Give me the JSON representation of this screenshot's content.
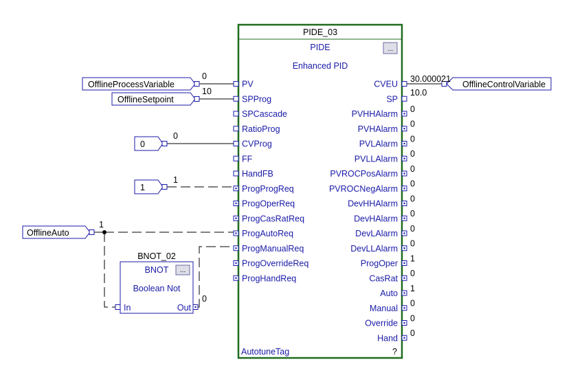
{
  "colors": {
    "block_border": "#1f6b1f",
    "pin_text": "#1a1aa8",
    "wire": "#000000",
    "background": "#ffffff"
  },
  "pide": {
    "tag": "PIDE_03",
    "type": "PIDE",
    "description": "Enhanced PID",
    "props_button": "...",
    "inputs": [
      "PV",
      "SPProg",
      "SPCascade",
      "RatioProg",
      "CVProg",
      "FF",
      "HandFB",
      "ProgProgReq",
      "ProgOperReq",
      "ProgCasRatReq",
      "ProgAutoReq",
      "ProgManualReq",
      "ProgOverrideReq",
      "ProgHandReq"
    ],
    "outputs": [
      "CVEU",
      "SP",
      "PVHHAlarm",
      "PVHAlarm",
      "PVLAlarm",
      "PVLLAlarm",
      "PVROCPosAlarm",
      "PVROCNegAlarm",
      "DevHHAlarm",
      "DevHAlarm",
      "DevLAlarm",
      "DevLLAlarm",
      "ProgOper",
      "CasRat",
      "Auto",
      "Manual",
      "Override",
      "Hand"
    ],
    "output_values": [
      "30.000021",
      "10.0",
      "0",
      "0",
      "0",
      "0",
      "0",
      "0",
      "0",
      "0",
      "0",
      "0",
      "1",
      "0",
      "1",
      "0",
      "0",
      "0"
    ],
    "bottom_left": "AutotuneTag",
    "bottom_right": "?"
  },
  "input_refs": {
    "pv_tag": "OfflineProcessVariable",
    "pv_value": "0",
    "sp_tag": "OfflineSetpoint",
    "sp_value": "10",
    "cvprog_const": "0",
    "cvprog_value": "0",
    "progprogreq_const": "1",
    "progprogreq_value": "1",
    "auto_tag": "OfflineAuto",
    "auto_value": "1"
  },
  "output_ref": {
    "tag": "OfflineControlVariable"
  },
  "bnot": {
    "tag": "BNOT_02",
    "type": "BNOT",
    "description": "Boolean Not",
    "props_button": "...",
    "input": "In",
    "output": "Out",
    "out_value": "0"
  }
}
